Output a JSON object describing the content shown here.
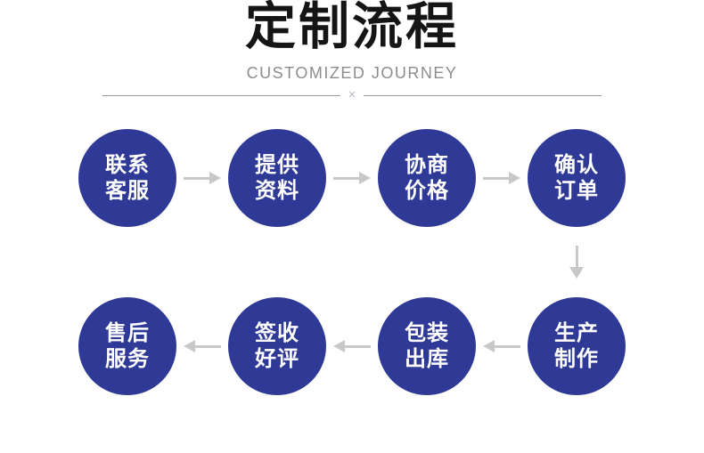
{
  "header": {
    "title": "定制流程",
    "subtitle": "CUSTOMIZED JOURNEY",
    "divider_mark": "×"
  },
  "colors": {
    "circle_fill": "#2f3a96",
    "circle_text": "#ffffff",
    "arrow": "#c8c8c8",
    "title_text": "#151515",
    "subtitle_text": "#8d8d8d",
    "divider_line": "#999999",
    "divider_mark": "#b4bac2"
  },
  "flow": {
    "row1": {
      "direction": "right",
      "steps": [
        {
          "line1": "联系",
          "line2": "客服"
        },
        {
          "line1": "提供",
          "line2": "资料"
        },
        {
          "line1": "协商",
          "line2": "价格"
        },
        {
          "line1": "确认",
          "line2": "订单"
        }
      ]
    },
    "connector_direction": "down",
    "row2": {
      "direction": "left",
      "steps": [
        {
          "line1": "售后",
          "line2": "服务"
        },
        {
          "line1": "签收",
          "line2": "好评"
        },
        {
          "line1": "包装",
          "line2": "出库"
        },
        {
          "line1": "生产",
          "line2": "制作"
        }
      ]
    }
  }
}
